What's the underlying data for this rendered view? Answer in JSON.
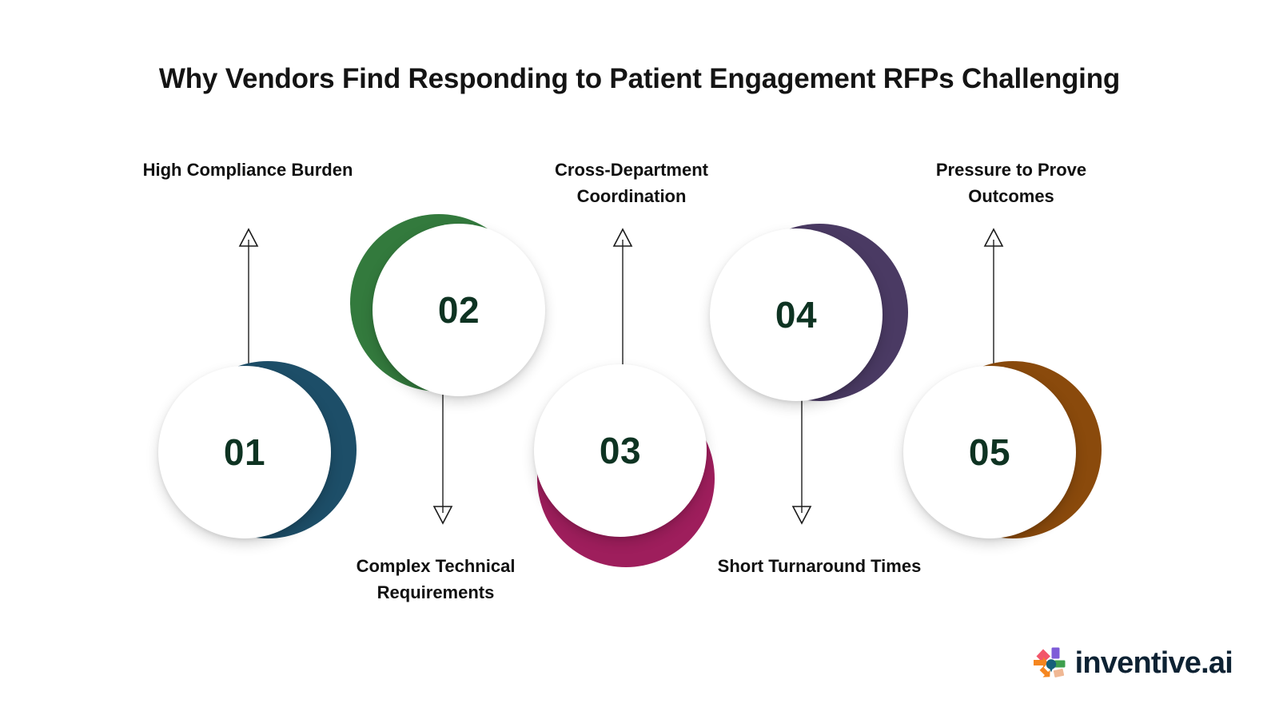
{
  "header": {
    "title": "Why Vendors Find Responding to Patient Engagement RFPs Challenging"
  },
  "colors": {
    "title_text": "#141414",
    "number_text": "#0e3322",
    "label_text": "#101010",
    "connector": "#3a3a3a",
    "background": "#ffffff",
    "logo_text": "#0d2233"
  },
  "steps": [
    {
      "number": "01",
      "label": "High Compliance Burden",
      "color": "#1d4e68",
      "crescent": "right",
      "label_position": "above"
    },
    {
      "number": "02",
      "label": "Complex Technical Requirements",
      "color": "#337a3d",
      "crescent": "left",
      "label_position": "below"
    },
    {
      "number": "03",
      "label": "Cross-Department Coordination",
      "color": "#9e1e5c",
      "crescent": "bottom",
      "label_position": "above"
    },
    {
      "number": "04",
      "label": "Short Turnaround Times",
      "color": "#4a3a63",
      "crescent": "right",
      "label_position": "below"
    },
    {
      "number": "05",
      "label": "Pressure to Prove Outcomes",
      "color": "#8a4a0c",
      "crescent": "right",
      "label_position": "above"
    }
  ],
  "connectors": [
    {
      "direction": "up",
      "for_step": "01"
    },
    {
      "direction": "down",
      "for_step": "02"
    },
    {
      "direction": "up",
      "for_step": "03"
    },
    {
      "direction": "down",
      "for_step": "04"
    },
    {
      "direction": "up",
      "for_step": "05"
    }
  ],
  "logo": {
    "text": "inventive.ai",
    "mark_name": "inventive-pinwheel-icon",
    "mark_colors": [
      "#7e5cd8",
      "#f2566a",
      "#f5861f",
      "#16607a",
      "#3e9f4d",
      "#f0b894",
      "#f5861f"
    ]
  }
}
